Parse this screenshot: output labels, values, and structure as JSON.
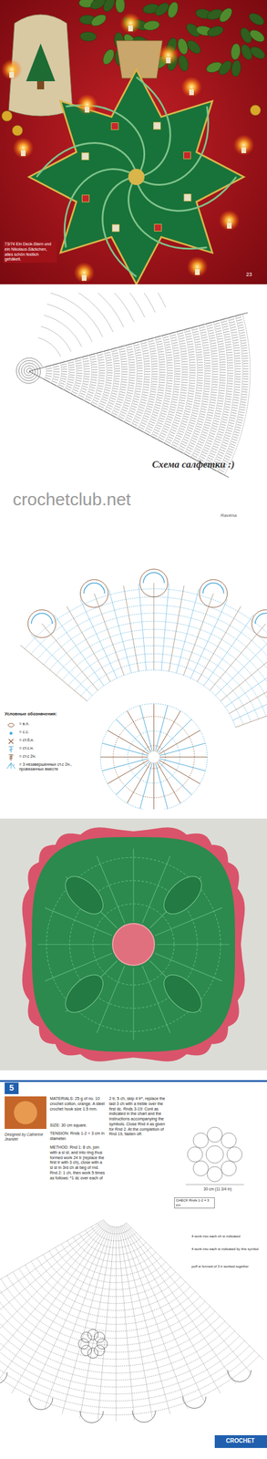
{
  "diagram": {
    "labels": [
      "73/74 Ein Deck-Stern und ein Nikolaus-Säckchen, alles schön festlich gehäkelt.",
      "23",
      "Схема салфетки :)",
      "crochetclub.net",
      "Ravena",
      "Условные обозначения:",
      "5",
      "MATERIALS: 25 g of no. 10 crochet cotton, orange. A steel crochet hook size 1.5 mm.",
      "SIZE: 30 cm square.",
      "TENSION: Rnds 1-2 = 3 cm in diameter.",
      "METHOD: Rnd 1: 8 ch, join with a sl st, and into ring thus formed work 24 tr (replace the first tr with 3 ch), close with a sl st in 3rd ch at beg of rnd. Rnd 2: 1 ch, then work 5 times as follows: *1 dc over each of",
      "Designed by Catherine Jeandel",
      "2 tr, 5 ch, skip 4 tr*, replace the last 3 ch with a treble over the first dc. Rnds 3-19: Cont as indicated in the chart and the instructions accompanying the symbols. Close Rnd 4 as given for Rnd 2. At the completion of Rnd 19, fasten off.",
      "30 cm (11 3/4 in)",
      "CHECK Rnds 1-2 = 3 cm",
      "4 work into each ch st indicated",
      "4 work into each st indicated by this symbol",
      "CROCHET",
      "puff st formed of 3 tr worked together"
    ],
    "legend": [
      {
        "text": "= в.п."
      },
      {
        "text": "= с.с."
      },
      {
        "text": "= ст.б.н."
      },
      {
        "text": "= ст.с.н."
      },
      {
        "text": "= ст.с 2н."
      },
      {
        "text": "= 3 незавершенных ст.с 2н., провязанных вместе"
      }
    ]
  }
}
